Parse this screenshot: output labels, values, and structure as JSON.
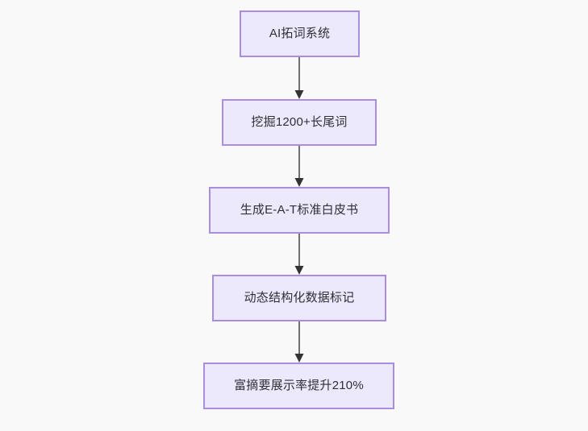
{
  "diagram": {
    "type": "flowchart",
    "orientation": "top-to-bottom",
    "background_color": "#f9f9f9",
    "node_fill_color": "#ece9fc",
    "node_border_color": "#a98ede",
    "node_text_color": "#2f2f35",
    "connector_color": "#707070",
    "nodes": [
      {
        "id": "node-0",
        "label": "AI拓词系统"
      },
      {
        "id": "node-1",
        "label": "挖掘1200+长尾词"
      },
      {
        "id": "node-2",
        "label": "生成E-A-T标准白皮书"
      },
      {
        "id": "node-3",
        "label": "动态结构化数据标记"
      },
      {
        "id": "node-4",
        "label": "富摘要展示率提升210%"
      }
    ],
    "connectors": [
      {
        "id": "connector-0",
        "from": "node-0",
        "to": "node-1",
        "arrowhead": "arrow-down-icon"
      },
      {
        "id": "connector-1",
        "from": "node-1",
        "to": "node-2",
        "arrowhead": "arrow-down-icon"
      },
      {
        "id": "connector-2",
        "from": "node-2",
        "to": "node-3",
        "arrowhead": "arrow-down-icon"
      },
      {
        "id": "connector-3",
        "from": "node-3",
        "to": "node-4",
        "arrowhead": "arrow-down-icon"
      }
    ]
  }
}
